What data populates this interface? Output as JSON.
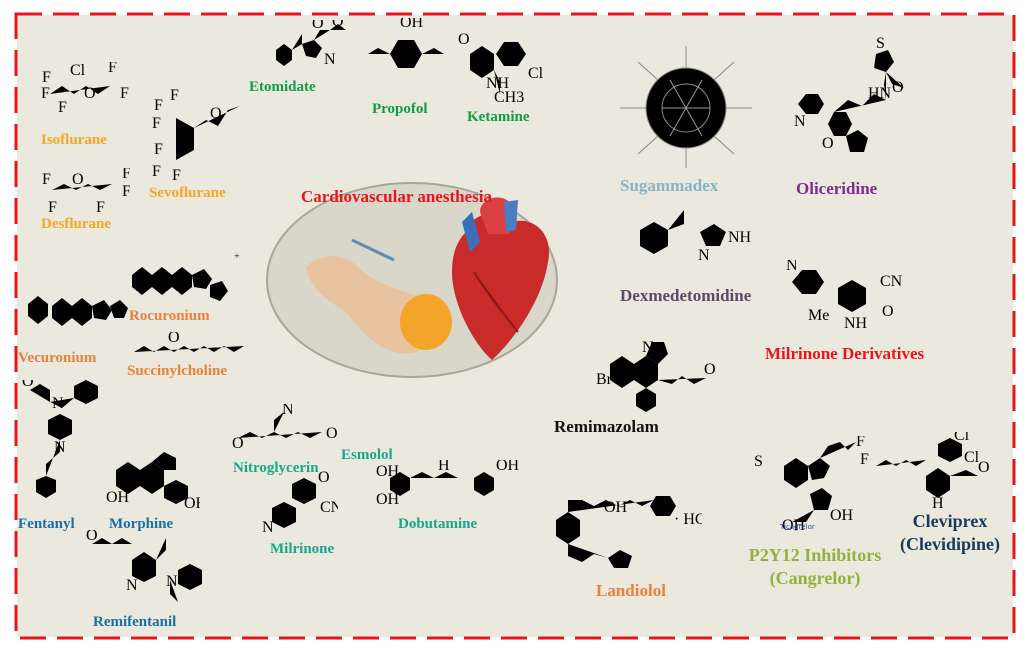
{
  "center_title": "Cardiovascular anesthesia",
  "drugs": {
    "isoflurane": "Isoflurane",
    "desflurane": "Desflurane",
    "sevoflurane": "Sevoflurane",
    "etomidate": "Etomidate",
    "propofol": "Propofol",
    "ketamine": "Ketamine",
    "sugammadex": "Sugammadex",
    "oliceridine": "Oliceridine",
    "dexmedetomidine": "Dexmedetomidine",
    "milrinone_derivatives": "Milrinone Derivatives",
    "rocuronium": "Rocuronium",
    "vecuronium": "Vecuronium",
    "succinylcholine": "Succinylcholine",
    "remimazolam": "Remimazolam",
    "nitroglycerin": "Nitroglycerin",
    "esmolol": "Esmolol",
    "dobutamine": "Dobutamine",
    "milrinone": "Milrinone",
    "fentanyl": "Fentanyl",
    "morphine": "Morphine",
    "remifentanil": "Remifentanil",
    "landiolol": "Landiolol",
    "p2y12_line1": "P2Y12 Inhibitors",
    "p2y12_line2": "(Cangrelor)",
    "cleviprex_line1": "Cleviprex",
    "cleviprex_line2": "(Clevidipine)"
  },
  "atoms": {
    "cl": "Cl",
    "f": "F",
    "o": "O",
    "oh": "OH",
    "n": "N",
    "nh": "NH",
    "h": "H",
    "hn": "HN",
    "cn": "CN",
    "me": "Me",
    "br": "Br",
    "s": "S",
    "hcl": "· HCl",
    "ch3": "CH3",
    "ticagrelor": "Ticagrelor"
  },
  "colors": {
    "frame": "#e8151b",
    "panel": "#ebe8dd",
    "yellow": "#f5a623",
    "green": "#0f9e46",
    "orange": "#e8823a",
    "teal": "#19a58f",
    "blue": "#1b6ea5",
    "red": "#e8151b",
    "purple": "#7d2e8f",
    "olive": "#93b13e",
    "navy": "#173a5e"
  }
}
